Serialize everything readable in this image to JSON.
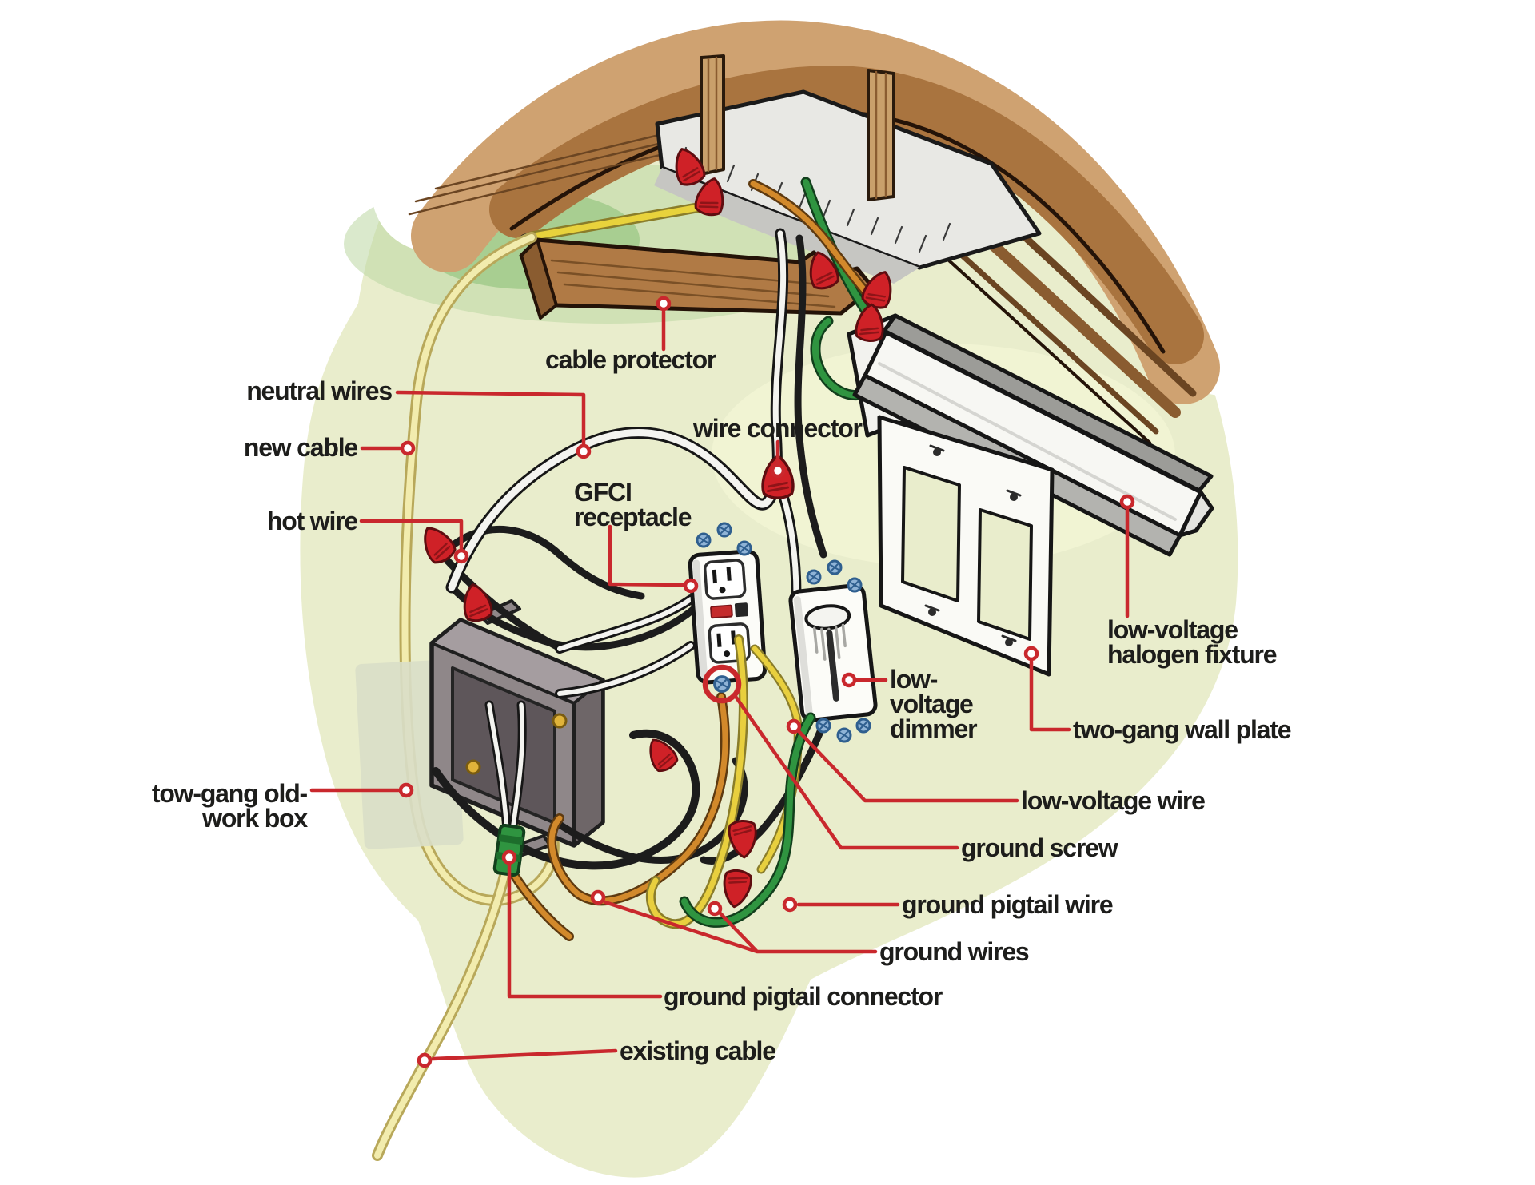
{
  "figure": {
    "type": "wiring-installation-diagram",
    "subject": "Under-cabinet low-voltage halogen lighting wiring with GFCI receptacle and dimmer"
  },
  "palette": {
    "wall_green": "#e9edcc",
    "glow_green": "#86bf72",
    "wood_tan": "#cfa271",
    "wood_brown": "#a9743f",
    "wood_dark": "#6b4522",
    "leader_red": "#c9282d",
    "connector_red": "#cf2127",
    "text_black": "#1d1d1b",
    "wire_yellow": "#e8d23c",
    "cable_pale_yellow": "#f2ecae",
    "wire_green": "#2f9440",
    "wire_copper": "#d2892b",
    "neutral_white": "#f4f4f0",
    "device_white": "#fcfcf8",
    "box_gray": "#8f8789",
    "fixture_gray": "#9c9c98"
  },
  "labels": {
    "cable_protector": {
      "text": "cable protector"
    },
    "neutral_wires": {
      "text": "neutral wires"
    },
    "new_cable": {
      "text": "new cable"
    },
    "hot_wire": {
      "text": "hot wire"
    },
    "wire_connector": {
      "text": "wire connector"
    },
    "gfci_receptacle": {
      "text": "GFCI\nreceptacle"
    },
    "low_voltage_dimmer": {
      "text": "low-\nvoltage\ndimmer"
    },
    "low_voltage_halogen_fixture": {
      "text": "low-voltage\nhalogen fixture"
    },
    "two_gang_wall_plate": {
      "text": "two-gang wall plate"
    },
    "low_voltage_wire": {
      "text": "low-voltage wire"
    },
    "ground_screw": {
      "text": "ground screw"
    },
    "ground_pigtail_wire": {
      "text": "ground pigtail wire"
    },
    "ground_wires": {
      "text": "ground wires"
    },
    "ground_pigtail_connector": {
      "text": "ground pigtail connector"
    },
    "existing_cable": {
      "text": "existing cable"
    },
    "two_gang_old_work_box": {
      "text": "tow-gang old-\nwork box"
    }
  }
}
